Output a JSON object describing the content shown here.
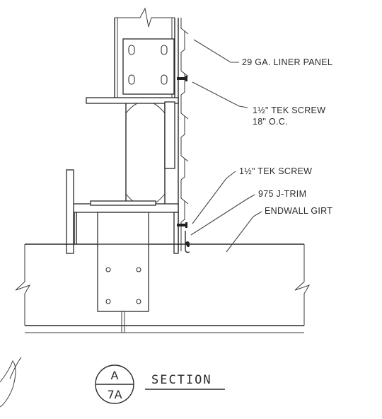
{
  "labels": {
    "liner_panel": "29 GA. LINER PANEL",
    "tek_screw_1a": "1½\" TEK SCREW",
    "tek_screw_1b": "18\" O.C.",
    "tek_screw_2": "1½\" TEK SCREW",
    "j_trim": "975 J-TRIM",
    "endwall_girt": "ENDWALL GIRT"
  },
  "section_marker": {
    "letter": "A",
    "sheet": "7A",
    "title": "SECTION"
  }
}
